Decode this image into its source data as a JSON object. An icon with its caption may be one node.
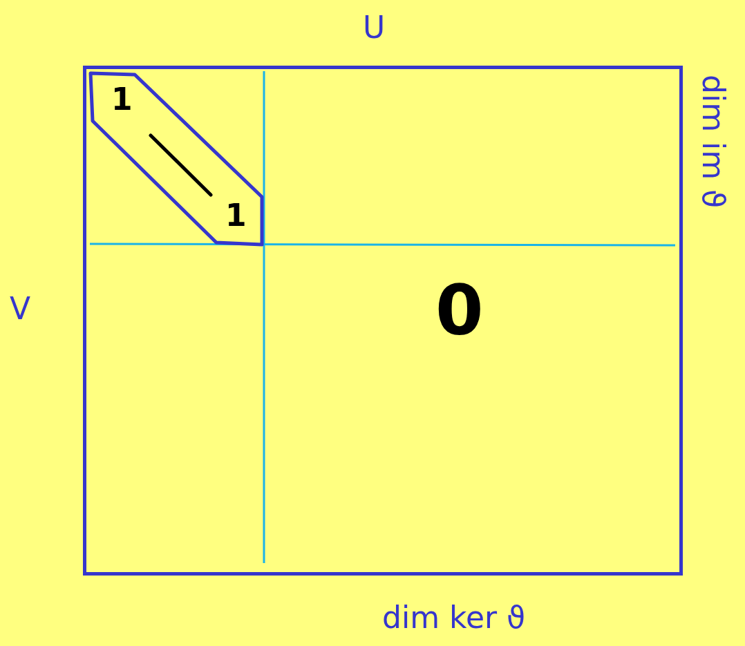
{
  "diagram": {
    "nodes": [
      {
        "text": [
          "0"
        ]
      },
      {
        "text": [
          "1",
          "1"
        ],
        "in": 0
      }
    ],
    "labels": [
      "U",
      "dim im ϑ",
      "V",
      "dim ker ϑ"
    ]
  }
}
